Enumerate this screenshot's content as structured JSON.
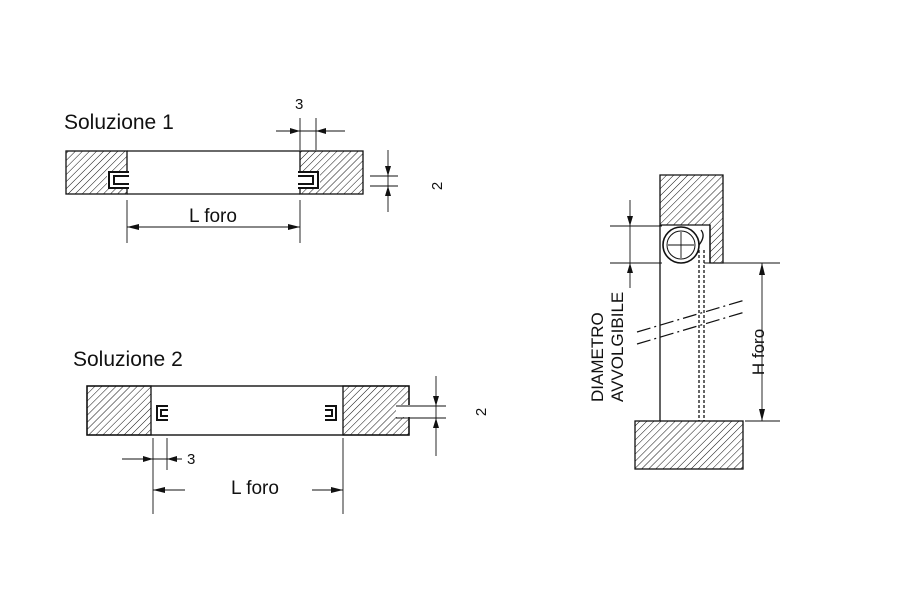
{
  "solution1": {
    "title": "Soluzione 1",
    "gap_label": "3",
    "depth_label": "2",
    "width_label": "L foro"
  },
  "solution2": {
    "title": "Soluzione 2",
    "gap_label": "3",
    "depth_label": "2",
    "width_label": "L foro"
  },
  "side_view": {
    "diameter_label_line1": "DIAMETRO",
    "diameter_label_line2": "AVVOLGIBILE",
    "height_label": "H foro"
  }
}
